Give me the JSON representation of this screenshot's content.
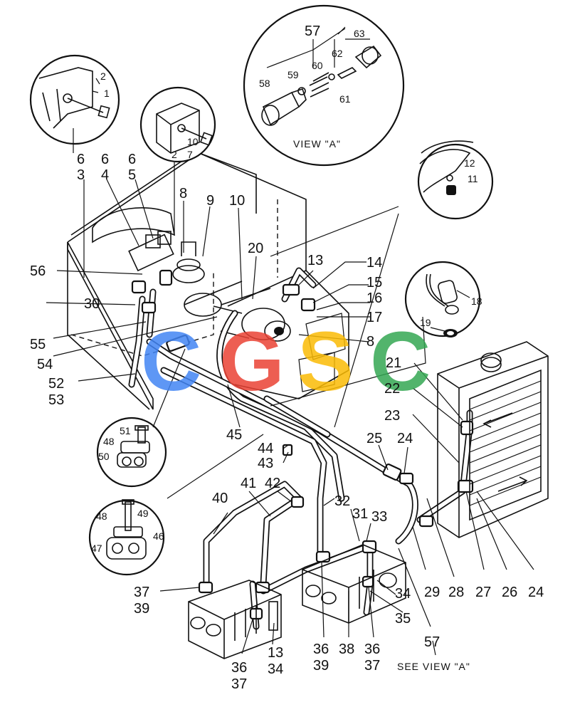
{
  "callouts": {
    "c1": "1",
    "c2": "2",
    "c3": "3",
    "c4": "4",
    "c5": "5",
    "c6": "6",
    "c7": "7",
    "c8": "8",
    "c9": "9",
    "c10": "10",
    "c11": "11",
    "c12": "12",
    "c13": "13",
    "c14": "14",
    "c15": "15",
    "c16": "16",
    "c17": "17",
    "c18": "18",
    "c19": "19",
    "c20": "20",
    "c21": "21",
    "c22": "22",
    "c23": "23",
    "c24": "24",
    "c25": "25",
    "c26": "26",
    "c27": "27",
    "c28": "28",
    "c29": "29",
    "c30": "30",
    "c31": "31",
    "c32": "32",
    "c33": "33",
    "c34": "34",
    "c35": "35",
    "c36": "36",
    "c37": "37",
    "c38": "38",
    "c39": "39",
    "c40": "40",
    "c41": "41",
    "c42": "42",
    "c43": "43",
    "c44": "44",
    "c45": "45",
    "c46": "46",
    "c47": "47",
    "c48": "48",
    "c49": "49",
    "c50": "50",
    "c51": "51",
    "c52": "52",
    "c53": "53",
    "c54": "54",
    "c55": "55",
    "c56": "56",
    "c57": "57",
    "c58": "58",
    "c59": "59",
    "c60": "60",
    "c61": "61",
    "c62": "62",
    "c63": "63"
  },
  "captions": {
    "view_a": "VIEW \"A\"",
    "see_view_a": "SEE VIEW \"A\""
  },
  "watermark": {
    "text": "CGSC",
    "colors": [
      "#4285F4",
      "#EA4335",
      "#FBBC05",
      "#34A853"
    ]
  }
}
